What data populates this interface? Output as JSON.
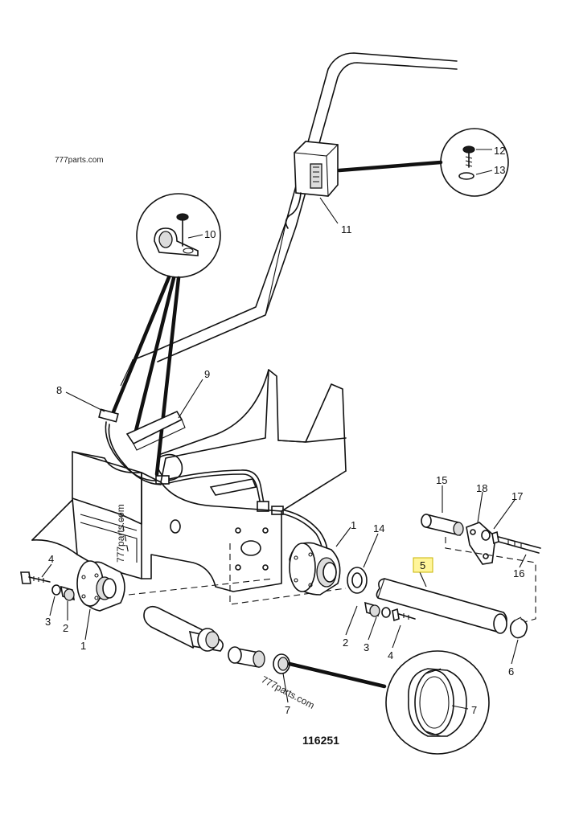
{
  "watermark": {
    "top_left": "777parts.com",
    "vertical": "777parts.com",
    "diagonal": "777parts.com"
  },
  "figure_number": "116251",
  "highlight_color": "#fff59a",
  "callouts": {
    "c1_left": "1",
    "c1_right": "1",
    "c2_left": "2",
    "c2_right": "2",
    "c3_left": "3",
    "c3_right": "3",
    "c4_left": "4",
    "c4_right": "4",
    "c5": "5",
    "c6": "6",
    "c7_lower": "7",
    "c7_detail": "7",
    "c8": "8",
    "c9": "9",
    "c10": "10",
    "c11": "11",
    "c12": "12",
    "c13": "13",
    "c14": "14",
    "c15": "15",
    "c16": "16",
    "c17": "17",
    "c18": "18"
  }
}
